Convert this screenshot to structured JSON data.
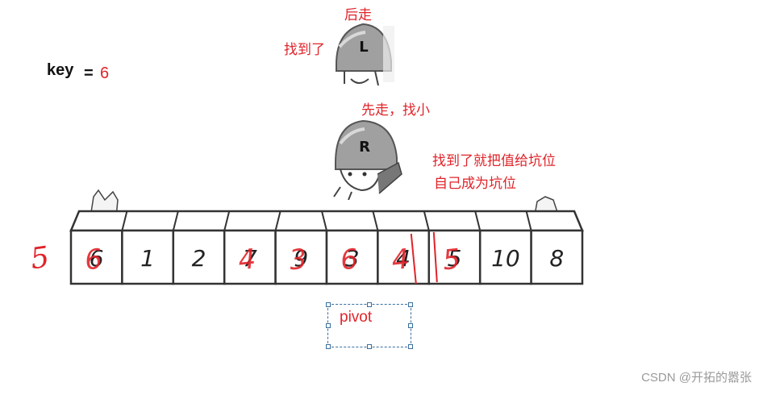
{
  "key": {
    "label": "key",
    "equals": "=",
    "value": "6"
  },
  "notes": {
    "left_moves_after": "后走",
    "left_found": "找到了",
    "right_moves_first": "先走，找小",
    "right_found_line1": "找到了就把值给坑位",
    "right_found_line2": "自己成为坑位"
  },
  "helmets": {
    "left": "L",
    "right": "R"
  },
  "array": {
    "printed": [
      "6",
      "1",
      "2",
      "7",
      "9",
      "3",
      "4",
      "5",
      "10",
      "8"
    ],
    "handwritten": [
      "6",
      "",
      "",
      "4",
      "3",
      "6",
      "4",
      "5",
      "",
      ""
    ]
  },
  "handwritten_outside": "5",
  "pivot": {
    "label": "pivot"
  },
  "watermark": "CSDN @开拓的嚣张",
  "colors": {
    "annotation": "#e0242a",
    "helmet": "#9b9b9b",
    "box_border": "#333333",
    "selection": "#3a6f9e"
  }
}
